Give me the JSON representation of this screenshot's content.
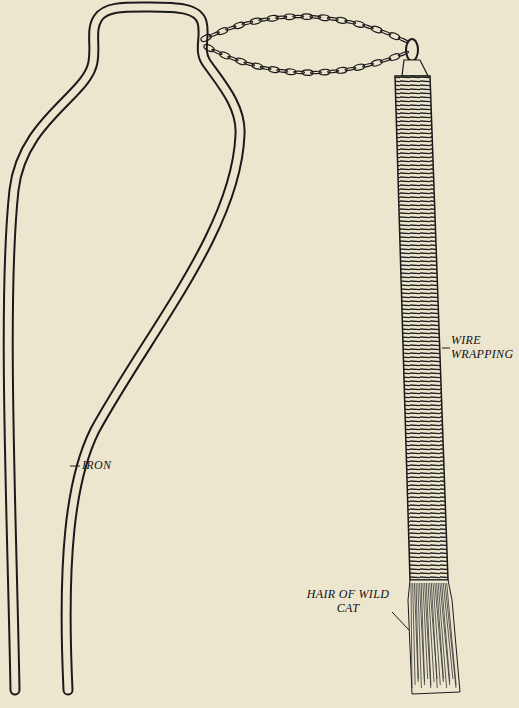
{
  "diagram": {
    "labels": [
      "IRON",
      "WIRE WRAPPING",
      "HAIR OF WILD CAT"
    ]
  }
}
